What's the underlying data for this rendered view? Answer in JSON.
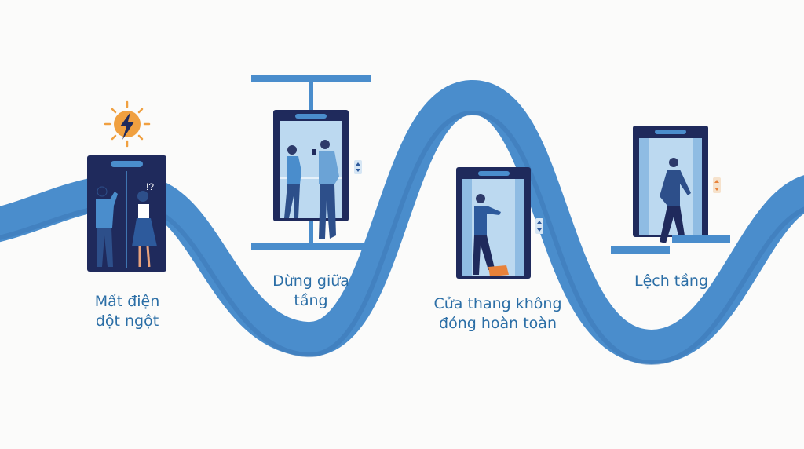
{
  "title": "Các sự cố thang máy",
  "colors": {
    "ribbon": "#4a8dcc",
    "cabin": "#1f2a5c",
    "interior": "#bcd9f0",
    "accent": "#f0a040",
    "text": "#2b6ea6"
  },
  "steps": [
    {
      "icon": "power-outage-icon",
      "label_line1": "Mất điện",
      "label_line2": "đột ngột",
      "exclaim": "!?"
    },
    {
      "icon": "stuck-between-floors-icon",
      "label_line1": "Dừng giữa",
      "label_line2": "tầng"
    },
    {
      "icon": "door-not-closing-icon",
      "label_line1": "Cửa thang không",
      "label_line2": "đóng hoàn toàn"
    },
    {
      "icon": "misaligned-floor-icon",
      "label_line1": "Lệch tầng"
    }
  ]
}
